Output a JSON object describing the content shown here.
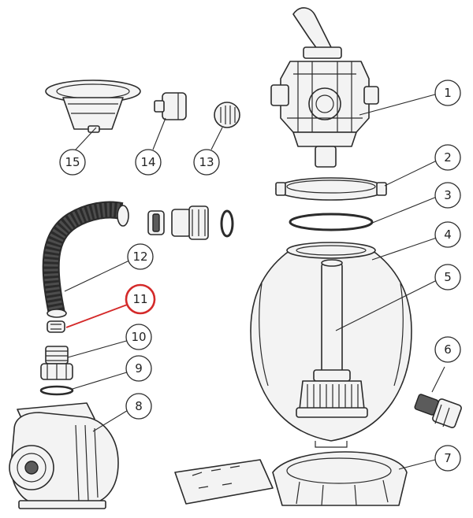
{
  "callouts": [
    {
      "id": "1",
      "label": "1"
    },
    {
      "id": "2",
      "label": "2"
    },
    {
      "id": "3",
      "label": "3"
    },
    {
      "id": "4",
      "label": "4"
    },
    {
      "id": "5",
      "label": "5"
    },
    {
      "id": "6",
      "label": "6"
    },
    {
      "id": "7",
      "label": "7"
    },
    {
      "id": "8",
      "label": "8"
    },
    {
      "id": "9",
      "label": "9"
    },
    {
      "id": "10",
      "label": "10"
    },
    {
      "id": "11",
      "label": "11"
    },
    {
      "id": "12",
      "label": "12"
    },
    {
      "id": "13",
      "label": "13"
    },
    {
      "id": "14",
      "label": "14"
    },
    {
      "id": "15",
      "label": "15"
    }
  ],
  "highlight": {
    "part": "11",
    "color": "#d42a2a"
  },
  "colors": {
    "line": "#2b2b2b",
    "part_fill": "#f3f3f3",
    "dark_fill": "#5b5b5b"
  }
}
